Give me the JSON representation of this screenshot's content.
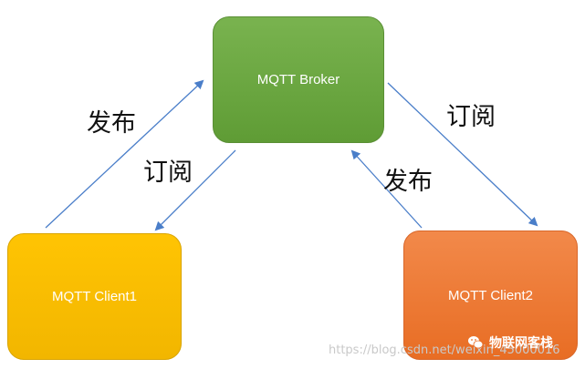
{
  "nodes": {
    "broker": "MQTT Broker",
    "client1": "MQTT Client1",
    "client2": "MQTT Client2"
  },
  "edges": {
    "client1_to_broker": "发布",
    "broker_to_client1": "订阅",
    "broker_to_client2": "订阅",
    "client2_to_broker": "发布"
  },
  "watermark": {
    "url": "https://blog.csdn.net/weixin_45000016",
    "brand": "物联网客栈",
    "brand_icon": "wechat-icon"
  },
  "colors": {
    "broker": "#6aa843",
    "client1": "#ffc000",
    "client2": "#ed7d31",
    "arrow": "#4a7ec9"
  }
}
